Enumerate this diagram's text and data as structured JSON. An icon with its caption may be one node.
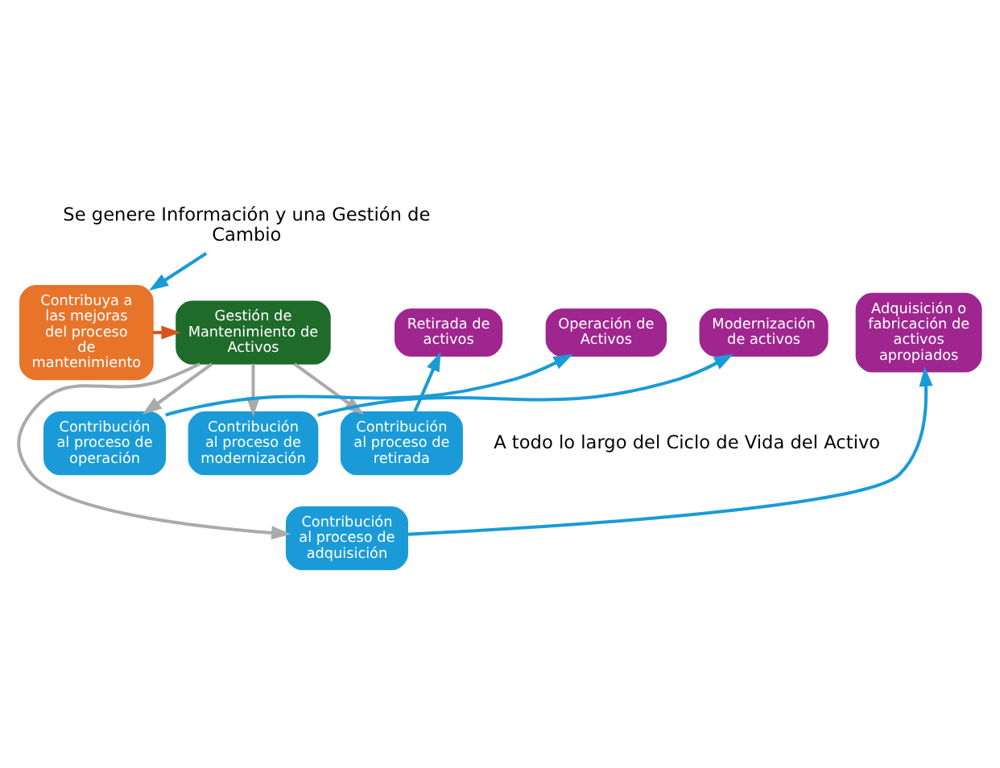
{
  "diagram": {
    "nodes": [
      {
        "text": [
          "Contribuya a las mejoras del proceso de mantenimiento"
        ]
      },
      {
        "text": [
          "Se genere Información y una Gestión de Cambio"
        ]
      },
      {
        "text": [
          "Gestión de Mantenimiento de Activos"
        ]
      },
      {
        "text": [
          "Retirada de activos"
        ]
      },
      {
        "text": [
          "Modernización de activos"
        ]
      },
      {
        "text": [
          "Operación de Activos"
        ]
      },
      {
        "text": [
          "Adquisición o fabricación de activos apropiados"
        ]
      },
      {
        "text": [
          "Contribución al proceso de adquisición"
        ]
      },
      {
        "text": [
          "Contribución al proceso de operación"
        ]
      },
      {
        "text": [
          "Contribución al proceso de modernización"
        ]
      },
      {
        "text": [
          "Contribución al proceso de retirada"
        ]
      }
    ],
    "edges": [
      {
        "from": 1,
        "to": 0,
        "arrow": "to"
      },
      {
        "from": 0,
        "to": 2,
        "arrow": "to",
        "color": "#d9531e"
      },
      {
        "from": 2,
        "to": 7,
        "arrow": "to",
        "color": "#aaaaaa"
      },
      {
        "from": 2,
        "to": 8,
        "arrow": "to",
        "color": "#aaaaaa"
      },
      {
        "from": 2,
        "to": 9,
        "arrow": "to",
        "color": "#aaaaaa"
      },
      {
        "from": 2,
        "to": 10,
        "arrow": "to",
        "color": "#aaaaaa"
      },
      {
        "from": 7,
        "to": 6,
        "arrow": "to"
      },
      {
        "from": 8,
        "to": 5,
        "arrow": "to"
      },
      {
        "from": 9,
        "to": 4,
        "arrow": "to"
      },
      {
        "from": 10,
        "to": 3,
        "arrow": "to"
      }
    ],
    "labels": [
      "A todo lo largo del Ciclo de Vida del Activo"
    ]
  }
}
